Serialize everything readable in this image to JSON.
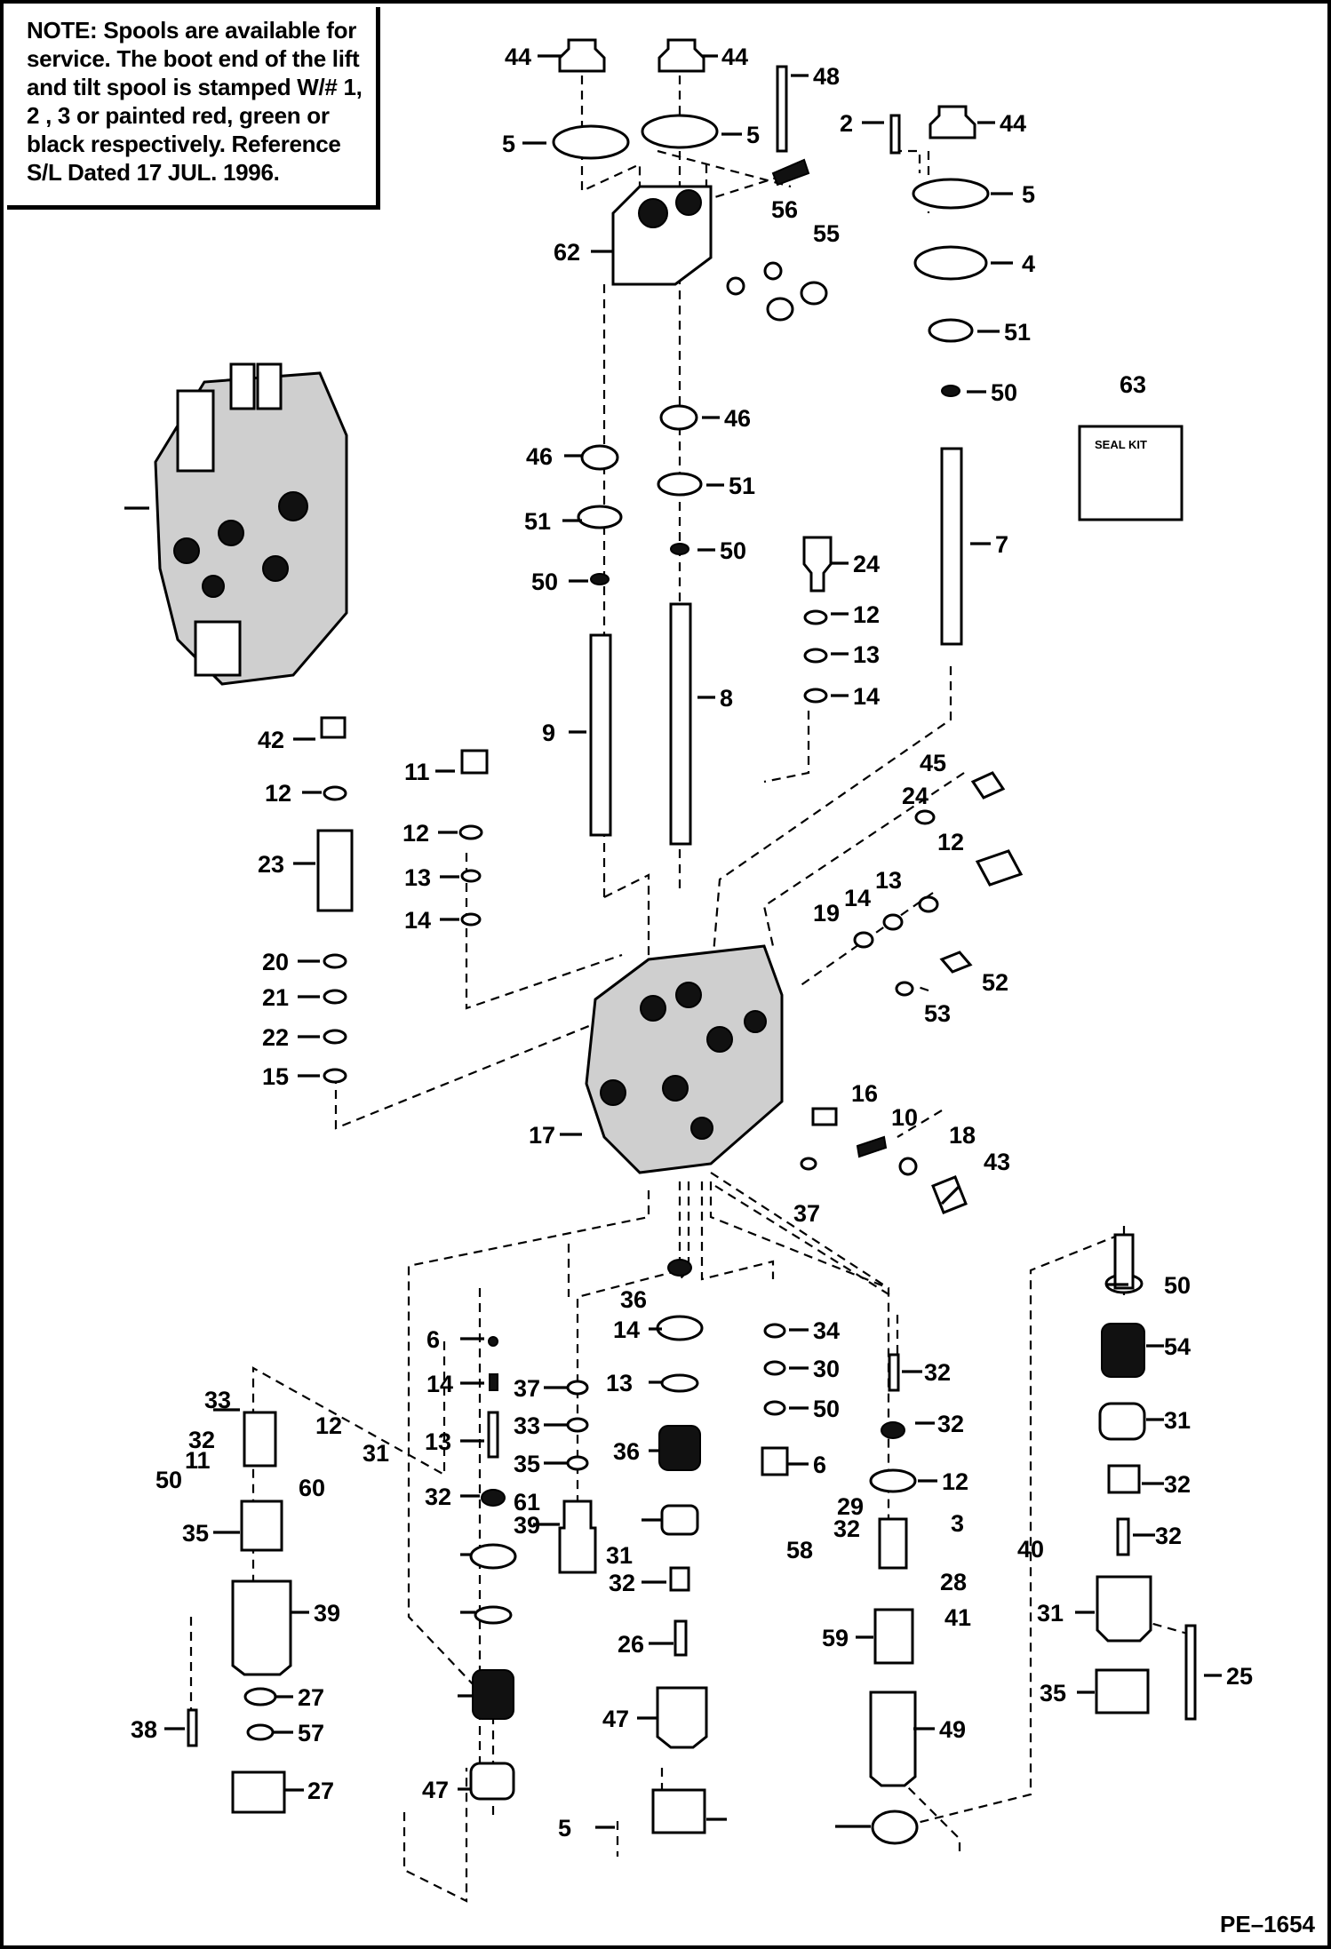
{
  "note": {
    "heading": "NOTE:",
    "text": "Spools are available for service. The boot end of the lift and tilt spool is stamped W/# 1, 2 , 3 or painted red, green or black respectively. Reference S/L Dated 17 JUL. 1996."
  },
  "figure_id": "PE–1654",
  "seal_kit_label": "SEAL KIT",
  "labels": [
    "44",
    "44",
    "48",
    "5",
    "5",
    "2",
    "44",
    "56",
    "5",
    "62",
    "55",
    "4",
    "51",
    "63",
    "50",
    "46",
    "46",
    "51",
    "51",
    "7",
    "50",
    "50",
    "24",
    "12",
    "13",
    "14",
    "8",
    "9",
    "42",
    "11",
    "45",
    "12",
    "12",
    "24",
    "12",
    "13",
    "23",
    "13",
    "14",
    "14",
    "19",
    "52",
    "20",
    "53",
    "21",
    "22",
    "15",
    "16",
    "10",
    "17",
    "18",
    "43",
    "37",
    "50",
    "36",
    "54",
    "6",
    "14",
    "34",
    "14",
    "37",
    "13",
    "33",
    "30",
    "32",
    "13",
    "33",
    "12",
    "35",
    "50",
    "31",
    "36",
    "32",
    "32",
    "11",
    "31",
    "6",
    "32",
    "50",
    "12",
    "60",
    "61",
    "32",
    "29",
    "3",
    "35",
    "39",
    "31",
    "32",
    "32",
    "40",
    "58",
    "28",
    "32",
    "31",
    "39",
    "41",
    "26",
    "59",
    "27",
    "25",
    "38",
    "57",
    "47",
    "49",
    "35",
    "27",
    "47",
    "5"
  ]
}
